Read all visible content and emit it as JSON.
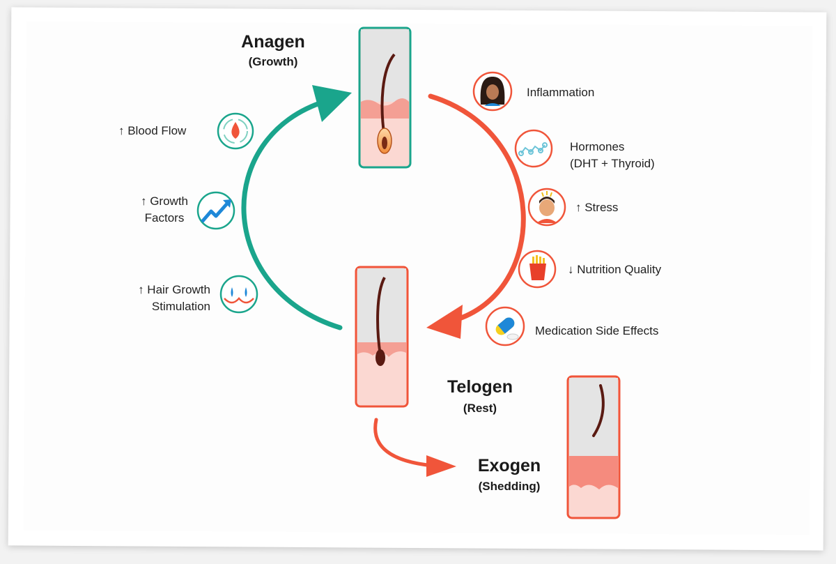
{
  "stages": {
    "anagen": {
      "name": "Anagen",
      "sub": "(Growth)"
    },
    "telogen": {
      "name": "Telogen",
      "sub": "(Rest)"
    },
    "exogen": {
      "name": "Exogen",
      "sub": "(Shedding)"
    }
  },
  "positive_factors": [
    {
      "line1": "↑ Blood Flow",
      "icon": "blood-drop-icon"
    },
    {
      "line1": "↑ Growth",
      "line2": "Factors",
      "icon": "growth-arrow-icon"
    },
    {
      "line1": "↑ Hair Growth",
      "line2": "Stimulation",
      "icon": "follicle-stimulation-icon"
    }
  ],
  "negative_factors": [
    {
      "line1": "Inflammation",
      "icon": "woman-face-icon"
    },
    {
      "line1": "Hormones",
      "line2": "(DHT + Thyroid)",
      "icon": "molecule-icon"
    },
    {
      "line1": "↑ Stress",
      "icon": "stressed-man-icon"
    },
    {
      "line1": "↓ Nutrition Quality",
      "icon": "fries-icon"
    },
    {
      "line1": "Medication Side Effects",
      "icon": "pill-capsule-icon"
    }
  ],
  "colors": {
    "teal": "#1aa58c",
    "orange": "#f0553a",
    "pink": "#f7c6c1",
    "skin": "#fbd8d2",
    "hair": "#5a1a12"
  }
}
